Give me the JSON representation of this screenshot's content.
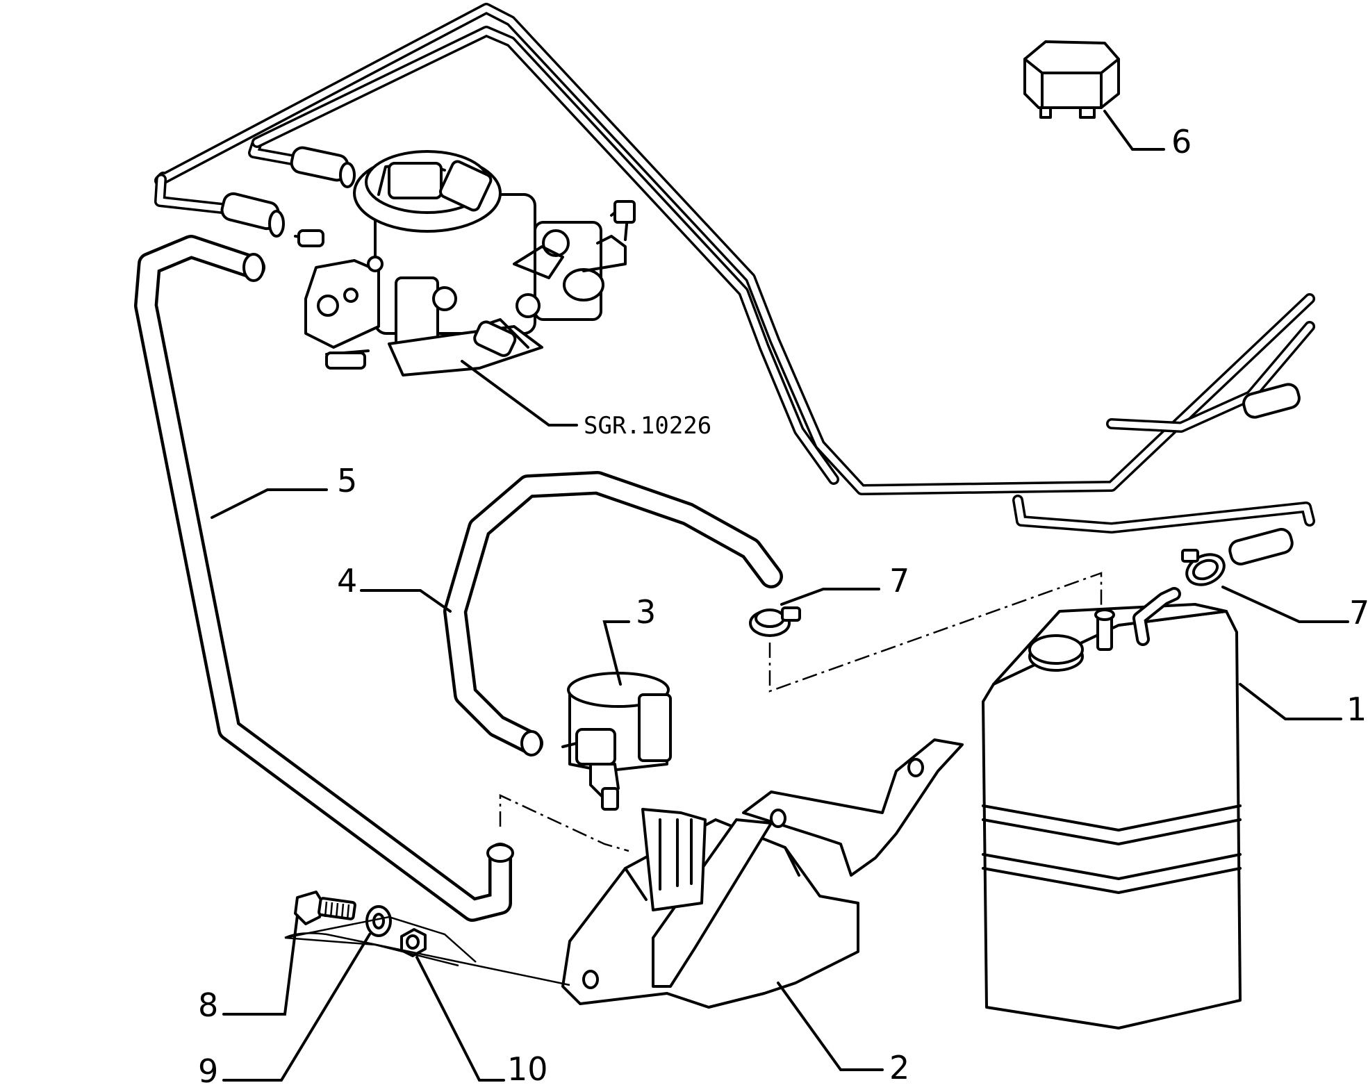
{
  "diagram": {
    "reference_code": "SGR.10226",
    "callouts": {
      "c1": "1",
      "c2": "2",
      "c3": "3",
      "c4": "4",
      "c5": "5",
      "c6": "6",
      "c7a": "7",
      "c7b": "7",
      "c8": "8",
      "c9": "9",
      "c10": "10"
    }
  }
}
